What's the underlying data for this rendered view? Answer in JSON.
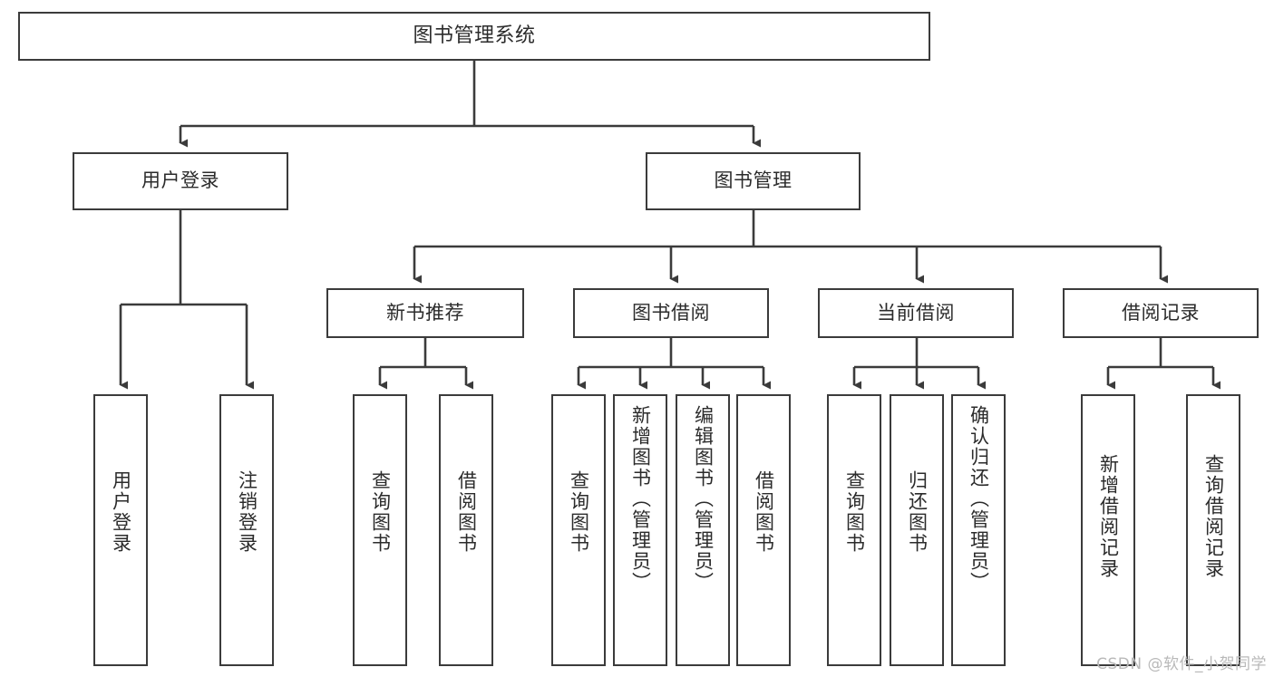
{
  "diagram": {
    "type": "tree-hierarchy",
    "title": "图书管理系统",
    "stroke_color": "#3b3b3b",
    "text_color": "#2b2b2b",
    "background_color": "#ffffff",
    "root": {
      "label": "图书管理系统"
    },
    "level2": [
      {
        "label": "用户登录"
      },
      {
        "label": "图书管理"
      }
    ],
    "level3": [
      {
        "label": "新书推荐"
      },
      {
        "label": "图书借阅"
      },
      {
        "label": "当前借阅"
      },
      {
        "label": "借阅记录"
      }
    ],
    "leaves": {
      "user_login": [
        {
          "label": "用户登录"
        },
        {
          "label": "注销登录"
        }
      ],
      "new_book": [
        {
          "label": "查询图书"
        },
        {
          "label": "借阅图书"
        }
      ],
      "borrow_book": [
        {
          "label": "查询图书"
        },
        {
          "label": "新增图书（管理员）"
        },
        {
          "label": "编辑图书（管理员）"
        },
        {
          "label": "借阅图书"
        }
      ],
      "current_borrow": [
        {
          "label": "查询图书"
        },
        {
          "label": "归还图书"
        },
        {
          "label": "确认归还（管理员）"
        }
      ],
      "borrow_record": [
        {
          "label": "新增借阅记录"
        },
        {
          "label": "查询借阅记录"
        }
      ]
    }
  },
  "watermark": {
    "text": "CSDN @软件_小贺同学"
  }
}
